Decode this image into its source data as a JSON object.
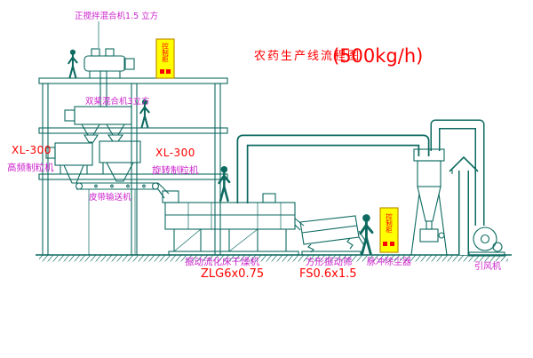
{
  "title": {
    "text": "农药生产线流程图",
    "capacity": "(500kg/h)"
  },
  "colors": {
    "line": "#0d6a60",
    "label_red": "#ff0000",
    "label_magenta": "#cc22cc",
    "cabinet_yellow": "#ffff00"
  },
  "equipment": {
    "horizontal_mixer": {
      "label": "正搅拌混合机1.5 立方"
    },
    "twin_paddle_mixer": {
      "label": "双桨混合机3立方"
    },
    "left_granulator": {
      "model": "XL-300",
      "name": "高频制粒机"
    },
    "rotary_granulator": {
      "model": "XL-300",
      "name": "旋转制粒机"
    },
    "belt_conveyor": {
      "name": "皮带输送机"
    },
    "fluid_bed_dryer": {
      "name": "振动流化床干燥机",
      "model": "ZLG6x0.75"
    },
    "square_sieve": {
      "name": "方形振动筛",
      "model": "FS0.6x1.5"
    },
    "pulse_dust_collector": {
      "name": "脉冲除尘器"
    },
    "induced_draft_fan": {
      "name": "引风机"
    },
    "control_cabinet": {
      "label": "控制柜"
    }
  }
}
